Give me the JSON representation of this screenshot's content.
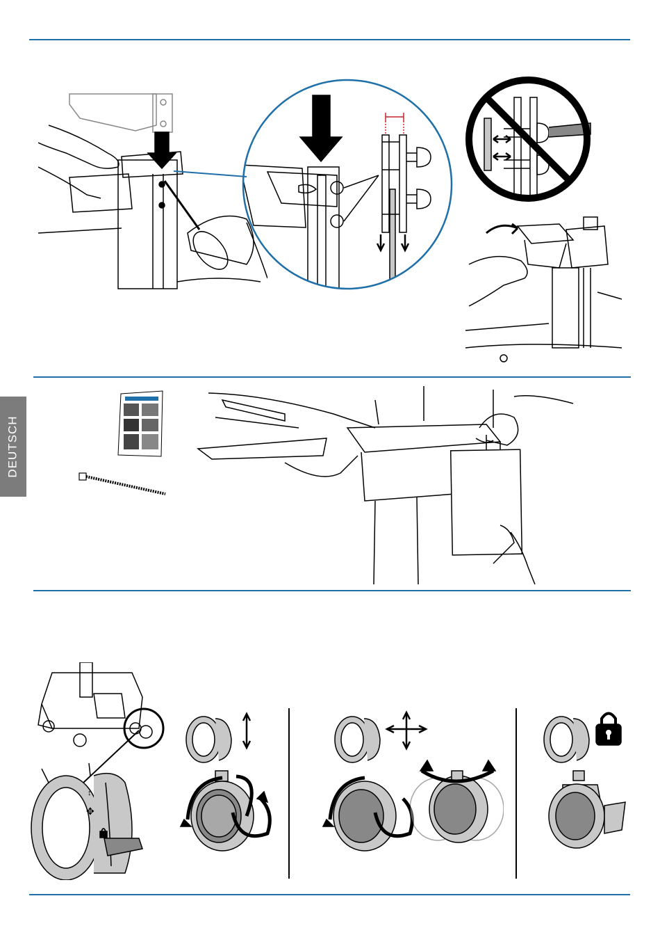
{
  "sidebar_tab": {
    "label": "DEUTSCH",
    "color": "#7c7c7c"
  },
  "colors": {
    "rule": "#1f6fa8",
    "circle": "#1f6fa8",
    "dimension": "#d0202a",
    "caster_grey": "#c8c8c8"
  },
  "sections": [
    {
      "name": "step-mount-head",
      "icons": [
        "down-arrow-icon",
        "screwdriver-icon",
        "magnifier-circle",
        "prohibited-icon",
        "tilt-arrow-icon"
      ]
    },
    {
      "name": "step-documents",
      "icons": [
        "manual-document-icon",
        "cable-tie-icon",
        "hang-card-illustration"
      ]
    },
    {
      "name": "step-casters",
      "icons": [
        "cart-base-illustration",
        "caster-detail",
        "caster-swivel",
        "caster-free",
        "caster-locked",
        "lock-icon"
      ]
    }
  ]
}
